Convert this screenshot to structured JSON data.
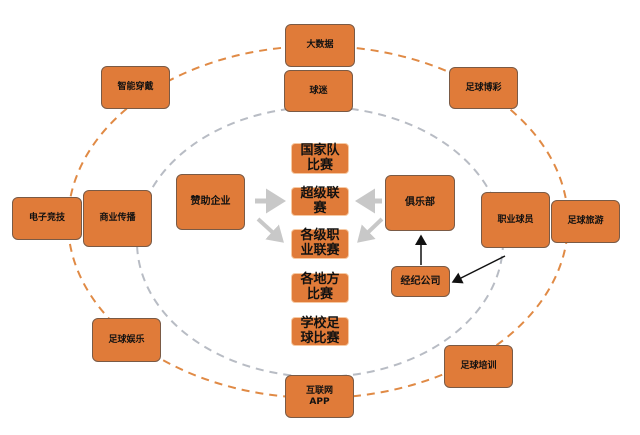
{
  "outer_ring": [
    {
      "id": "big-data",
      "label": "大数据"
    },
    {
      "id": "smart-wearables",
      "label": "智能穿戴"
    },
    {
      "id": "football-betting",
      "label": "足球博彩"
    },
    {
      "id": "esports",
      "label": "电子竞技"
    },
    {
      "id": "football-tourism",
      "label": "足球旅游"
    },
    {
      "id": "football-entertainment",
      "label": "足球娱乐"
    },
    {
      "id": "football-training",
      "label": "足球培训"
    },
    {
      "id": "internet-app",
      "label": "互联网APP"
    }
  ],
  "inner_ring": [
    {
      "id": "fans",
      "label": "球迷"
    },
    {
      "id": "commercial-media",
      "label": "商业传播"
    },
    {
      "id": "pro-players",
      "label": "职业球员"
    },
    {
      "id": "sponsors",
      "label": "赞助企业"
    },
    {
      "id": "clubs",
      "label": "俱乐部"
    },
    {
      "id": "agencies",
      "label": "经纪公司"
    }
  ],
  "competitions": [
    {
      "id": "national-team",
      "label": "国家队比赛"
    },
    {
      "id": "super-league",
      "label": "超级联赛"
    },
    {
      "id": "pro-leagues",
      "label": "各级职业联赛"
    },
    {
      "id": "local-matches",
      "label": "各地方比赛"
    },
    {
      "id": "school-matches",
      "label": "学校足球比赛"
    }
  ],
  "colors": {
    "box": "#e07b39",
    "outer_ring": "#e08a45",
    "inner_ring": "#b8bcc4",
    "gray_arrow": "#c8c8c8",
    "black_arrow": "#111111"
  }
}
